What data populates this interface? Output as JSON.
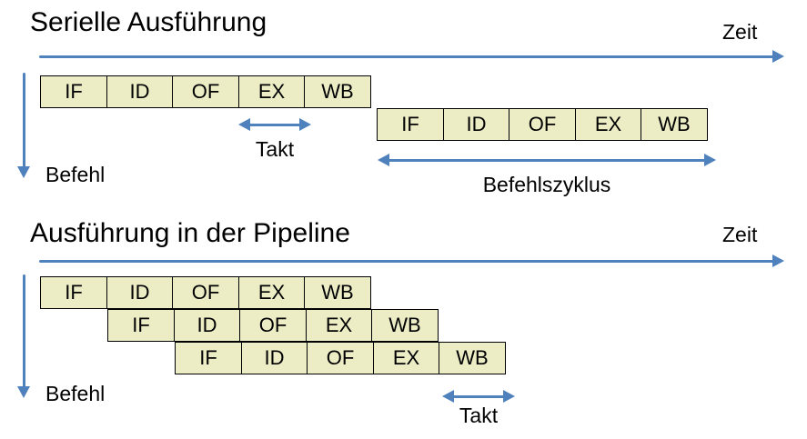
{
  "colors": {
    "box_fill": "#ECEDC5",
    "box_border": "#000000",
    "arrow": "#4F81BD",
    "text": "#000000",
    "background": "#FFFFFF"
  },
  "serial": {
    "title": "Serielle Ausführung",
    "zeit": "Zeit",
    "befehl": "Befehl",
    "takt": "Takt",
    "befehlszyklus": "Befehlszyklus",
    "rows": [
      {
        "stages": [
          "IF",
          "ID",
          "OF",
          "EX",
          "WB"
        ]
      },
      {
        "stages": [
          "IF",
          "ID",
          "OF",
          "EX",
          "WB"
        ]
      }
    ]
  },
  "pipeline": {
    "title": "Ausführung in der Pipeline",
    "zeit": "Zeit",
    "befehl": "Befehl",
    "takt": "Takt",
    "rows": [
      {
        "stages": [
          "IF",
          "ID",
          "OF",
          "EX",
          "WB"
        ]
      },
      {
        "stages": [
          "IF",
          "ID",
          "OF",
          "EX",
          "WB"
        ]
      },
      {
        "stages": [
          "IF",
          "ID",
          "OF",
          "EX",
          "WB"
        ]
      }
    ]
  }
}
